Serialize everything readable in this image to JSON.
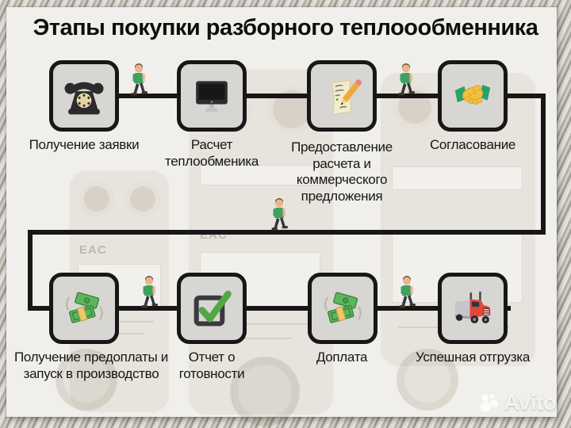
{
  "title": "Этапы покупки разборного теплоообменника",
  "steps": [
    {
      "label": "Получение заявки",
      "icon": "rotary-phone-icon"
    },
    {
      "label": "Расчет теплообменика",
      "icon": "desktop-computer-icon"
    },
    {
      "label": "Предоставление расчета и коммерческого предложения",
      "icon": "memo-pencil-icon"
    },
    {
      "label": "Согласование",
      "icon": "handshake-icon"
    },
    {
      "label": "Получение предоплаты и запуск в производство",
      "icon": "money-banknotes-icon"
    },
    {
      "label": "Отчет о готовности",
      "icon": "checkbox-checked-icon"
    },
    {
      "label": "Доплата",
      "icon": "money-banknotes-icon"
    },
    {
      "label": "Успешная отгрузка",
      "icon": "delivery-truck-icon"
    }
  ],
  "decorations": {
    "walker_icon": "walking-person-icon",
    "walker_count": 5
  },
  "background_ghosts": {
    "eac1": "EAC",
    "eac2": "EAC"
  },
  "watermark": {
    "brand": "Avito"
  },
  "colors": {
    "panel": "#f0efeb",
    "box_fill": "#d7d6d3",
    "line_black": "#171717",
    "shirt_green": "#3fa060",
    "check_green": "#4caf50",
    "money_green": "#5cb45f",
    "handshake_yellow": "#f3c13d",
    "sleeve_green": "#2ba06b",
    "truck_red": "#e2483a",
    "memo_paper": "#f3ecc8",
    "pencil_orange": "#f0a93c",
    "dial_cream": "#e6d5a3"
  }
}
